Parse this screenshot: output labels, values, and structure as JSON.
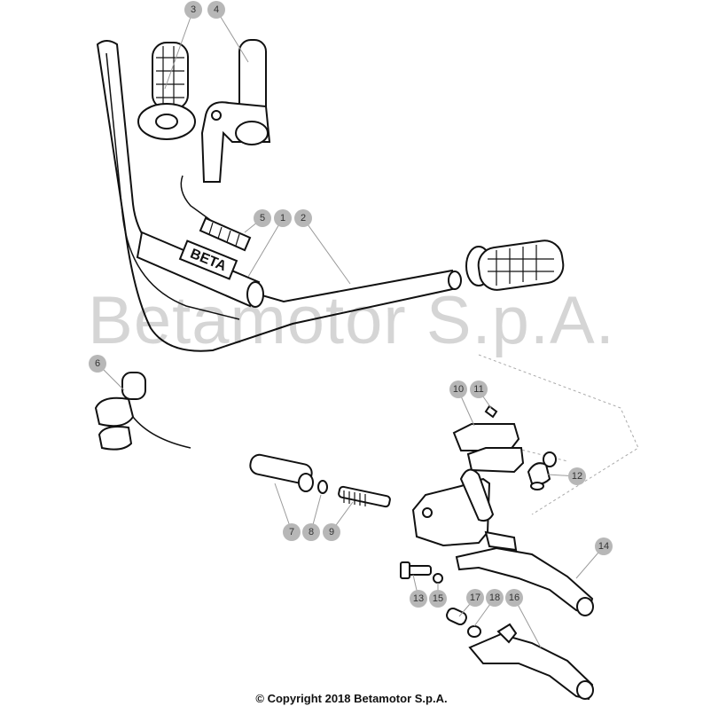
{
  "watermark": "Betamotor S.p.A.",
  "copyright": "© Copyright 2018 Betamotor S.p.A.",
  "handlebar_logo": "BETA",
  "callouts": [
    "1",
    "2",
    "3",
    "4",
    "5",
    "6",
    "7",
    "8",
    "9",
    "10",
    "11",
    "12",
    "13",
    "14",
    "15",
    "16",
    "17",
    "18"
  ]
}
